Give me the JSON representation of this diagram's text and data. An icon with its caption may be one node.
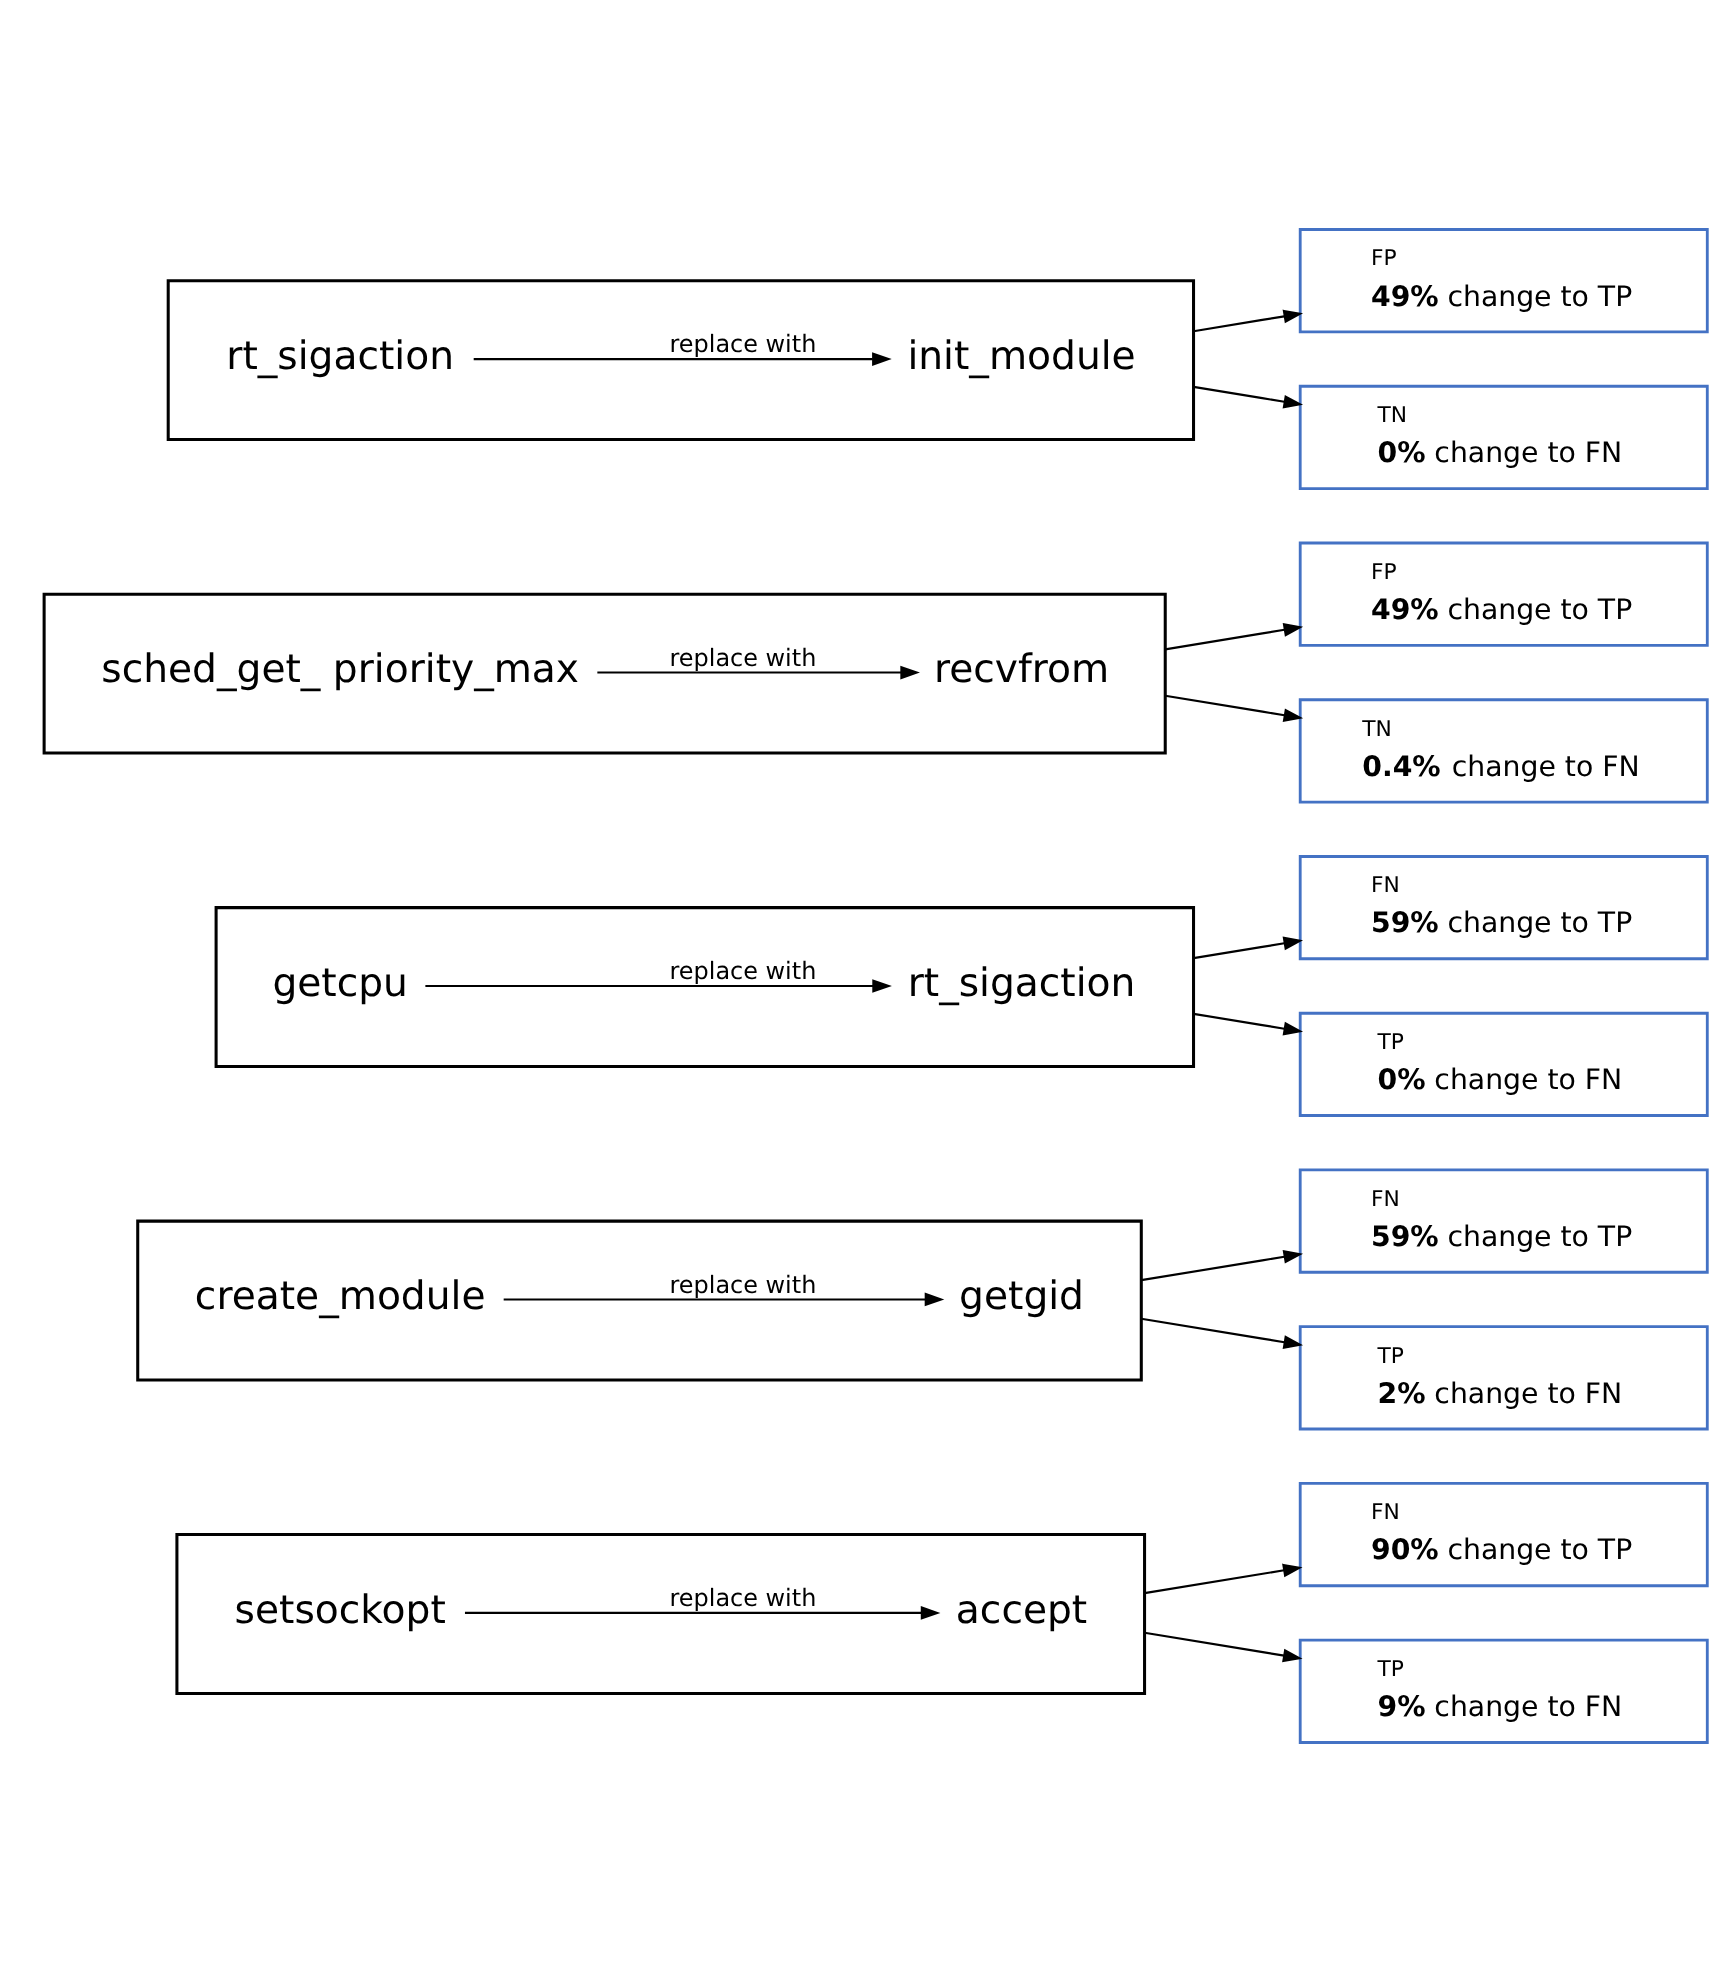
{
  "diagram": {
    "nodes": [
      {
        "text": [],
        "shape": "box"
      },
      {
        "text": [
          "setsockopt"
        ],
        "in": 0
      },
      {
        "text": [
          "accept"
        ],
        "in": 0
      },
      {
        "text": [
          "FN",
          "**90%** change to TP"
        ]
      },
      {
        "text": [
          "TP",
          "**9%** change to FN"
        ]
      },
      {
        "text": [],
        "shape": "box"
      },
      {
        "text": [
          "create_module"
        ],
        "in": 5
      },
      {
        "text": [
          "getgid"
        ],
        "in": 5
      },
      {
        "text": [
          "FN",
          "**59%** change to TP"
        ]
      },
      {
        "text": [
          "TP",
          "**2%** change to FN"
        ]
      },
      {
        "text": [],
        "shape": "box"
      },
      {
        "text": [
          "getcpu"
        ],
        "in": 10
      },
      {
        "text": [
          "rt_sigaction"
        ],
        "in": 10
      },
      {
        "text": [
          "FN",
          "**59%** change to TP"
        ]
      },
      {
        "text": [
          "TP",
          "**0%** change to FN"
        ]
      },
      {
        "text": [],
        "shape": "box"
      },
      {
        "text": [
          "sched_get_ priority_max"
        ],
        "in": 15
      },
      {
        "text": [
          "recvfrom"
        ],
        "in": 15
      },
      {
        "text": [
          "FP",
          "**49%** change to TP"
        ]
      },
      {
        "text": [
          "TN",
          "**0.4%** change to FN"
        ]
      },
      {
        "text": [],
        "shape": "box"
      },
      {
        "text": [
          "rt_sigaction"
        ],
        "in": 20
      },
      {
        "text": [
          "init_module"
        ],
        "in": 20
      },
      {
        "text": [
          "FP",
          "**49%** change to TP"
        ]
      },
      {
        "text": [
          "TN",
          "**0%** change to FN"
        ]
      }
    ],
    "edges": [
      {
        "from": 1,
        "to": 2,
        "arrow": "to",
        "label": "replace with"
      },
      {
        "from": 0,
        "to": 3,
        "arrow": "to"
      },
      {
        "from": 0,
        "to": 4,
        "arrow": "to"
      },
      {
        "from": 6,
        "to": 7,
        "arrow": "to",
        "label": "replace with"
      },
      {
        "from": 5,
        "to": 8,
        "arrow": "to"
      },
      {
        "from": 5,
        "to": 9,
        "arrow": "to"
      },
      {
        "from": 11,
        "to": 12,
        "arrow": "to",
        "label": "replace with"
      },
      {
        "from": 10,
        "to": 13,
        "arrow": "to"
      },
      {
        "from": 10,
        "to": 14,
        "arrow": "to"
      },
      {
        "from": 16,
        "to": 17,
        "arrow": "to",
        "label": "replace with"
      },
      {
        "from": 15,
        "to": 18,
        "arrow": "to"
      },
      {
        "from": 15,
        "to": 19,
        "arrow": "to"
      },
      {
        "from": 21,
        "to": 22,
        "arrow": "to",
        "label": "replace with"
      },
      {
        "from": 20,
        "to": 23,
        "arrow": "to"
      },
      {
        "from": 20,
        "to": 24,
        "arrow": "to"
      }
    ]
  }
}
